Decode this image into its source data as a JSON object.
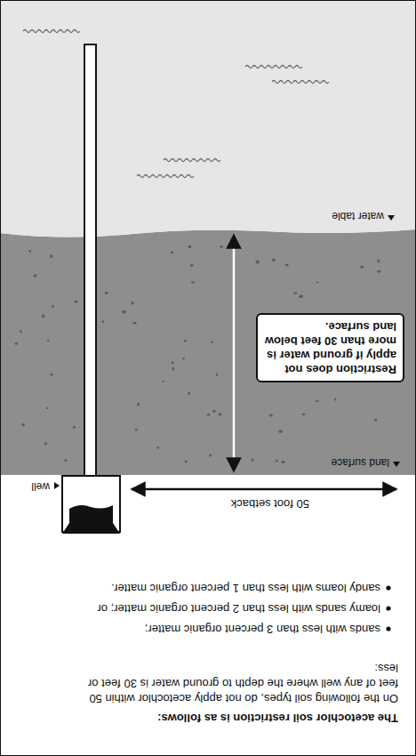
{
  "diagram": {
    "title": "The acetochlor soil restriction is as follows:",
    "nodes": [
      {
        "text": [
          "Restriction does not apply if ground water is more than 30 feet below land surface."
        ]
      }
    ],
    "labels": [
      "On the following soil types, do not apply acetochlor within 50 feet of any well where the depth to ground water is 30 feet or less:",
      "sands with less than 3 percent organic matter;",
      "loamy sands with less than 2 percent organic matter; or",
      "sandy loams with less than 1 percent organic matter.",
      "50 foot setback",
      "well",
      "land surface",
      "water table"
    ]
  }
}
